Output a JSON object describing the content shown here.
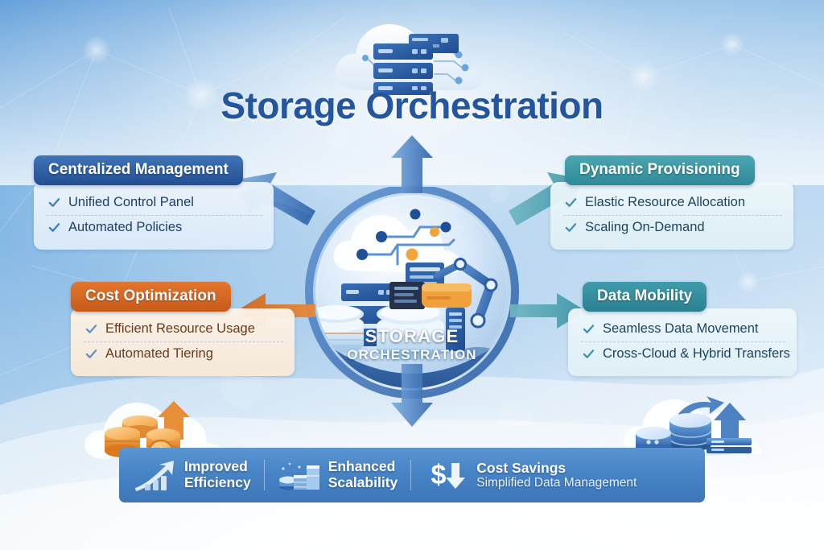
{
  "page": {
    "title": "Storage Orchestration",
    "hub": {
      "line1": "STORAGE",
      "line2": "ORCHESTRATION"
    }
  },
  "colors": {
    "title_blue": "#23569f",
    "navy_header": "#2d5c9e",
    "teal_header": "#3a9aa8",
    "teal_header_dark": "#2b7f90",
    "orange_header": "#d4641f",
    "cream_body": "#fdf3e7",
    "bar_blue": "#4784c6",
    "check_blue": "#3c7cbe",
    "accent_orange": "#f2a33c"
  },
  "cards": [
    {
      "id": "centralized-management",
      "header": "Centralized Management",
      "items": [
        "Unified Control Panel",
        "Automated Policies"
      ]
    },
    {
      "id": "dynamic-provisioning",
      "header": "Dynamic Provisioning",
      "items": [
        "Elastic Resource Allocation",
        "Scaling On-Demand"
      ]
    },
    {
      "id": "cost-optimization",
      "header": "Cost Optimization",
      "items": [
        "Efficient Resource Usage",
        "Automated Tiering"
      ]
    },
    {
      "id": "data-mobility",
      "header": "Data Mobility",
      "items": [
        "Seamless Data Movement",
        "Cross-Cloud & Hybrid Transfers"
      ]
    }
  ],
  "benefits": [
    {
      "id": "improved-efficiency",
      "icon": "growth-chart-icon",
      "line1": "Improved",
      "line2": "Efficiency",
      "line2_style": "bold"
    },
    {
      "id": "enhanced-scalability",
      "icon": "stacked-storage-icon",
      "line1": "Enhanced",
      "line2": "Scalability",
      "line2_style": "bold"
    },
    {
      "id": "cost-savings",
      "icon": "dollar-down-arrow-icon",
      "line1": "Cost Savings",
      "line2": "Simplified Data Management",
      "line2_style": "sub"
    }
  ],
  "decor": {
    "top_cloud_icon": "cloud-servers-icon",
    "center_icons": [
      "cloud-network-icon",
      "server-rack-icon",
      "database-stack-icon",
      "robotic-arm-icon"
    ],
    "left_cloud_icon": "coins-growth-icon",
    "right_cloud_icon": "database-upload-icon",
    "arrows": [
      "arrow-up",
      "arrow-top-left",
      "arrow-top-right",
      "arrow-bottom-left",
      "arrow-bottom-right",
      "arrow-down"
    ]
  }
}
